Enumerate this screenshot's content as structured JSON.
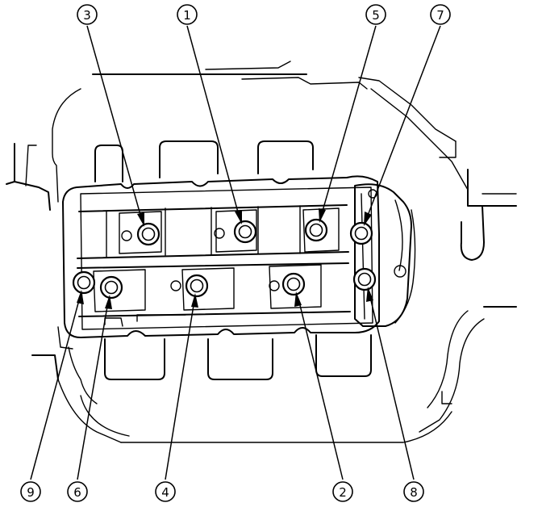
{
  "callouts": [
    {
      "label": "1"
    },
    {
      "label": "2"
    },
    {
      "label": "3"
    },
    {
      "label": "4"
    },
    {
      "label": "5"
    },
    {
      "label": "6"
    },
    {
      "label": "7"
    },
    {
      "label": "8"
    },
    {
      "label": "9"
    }
  ],
  "colors": {
    "ink": "#000000",
    "paper": "#ffffff"
  }
}
